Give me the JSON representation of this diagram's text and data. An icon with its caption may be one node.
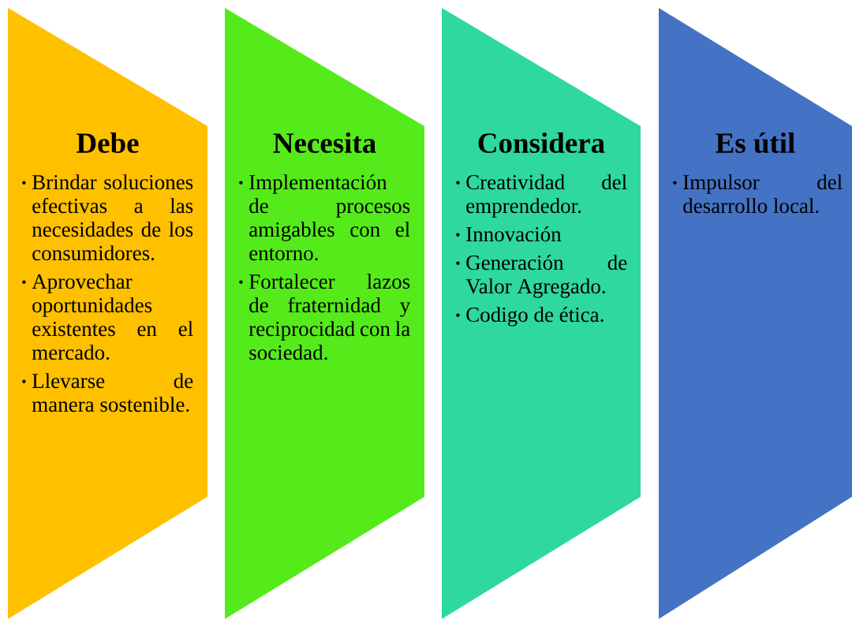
{
  "diagram": {
    "nodes": [
      {
        "text": [
          "Debe",
          "Brindar soluciones efectivas a las necesidades de los consumidores.",
          "Aprovechar oportunidades existentes en el mercado.",
          "Llevarse de manera sostenible."
        ]
      },
      {
        "text": [
          "Necesita",
          "Implementación de procesos amigables con el entorno.",
          "Fortalecer lazos de fraternidad y reciprocidad con la sociedad."
        ]
      },
      {
        "text": [
          "Considera",
          "Creatividad del emprendedor.",
          "Innovación",
          "Generación de Valor Agregado.",
          "Codigo de ética."
        ]
      },
      {
        "text": [
          "Es útil",
          "Impulsor del desarrollo local."
        ]
      }
    ]
  }
}
